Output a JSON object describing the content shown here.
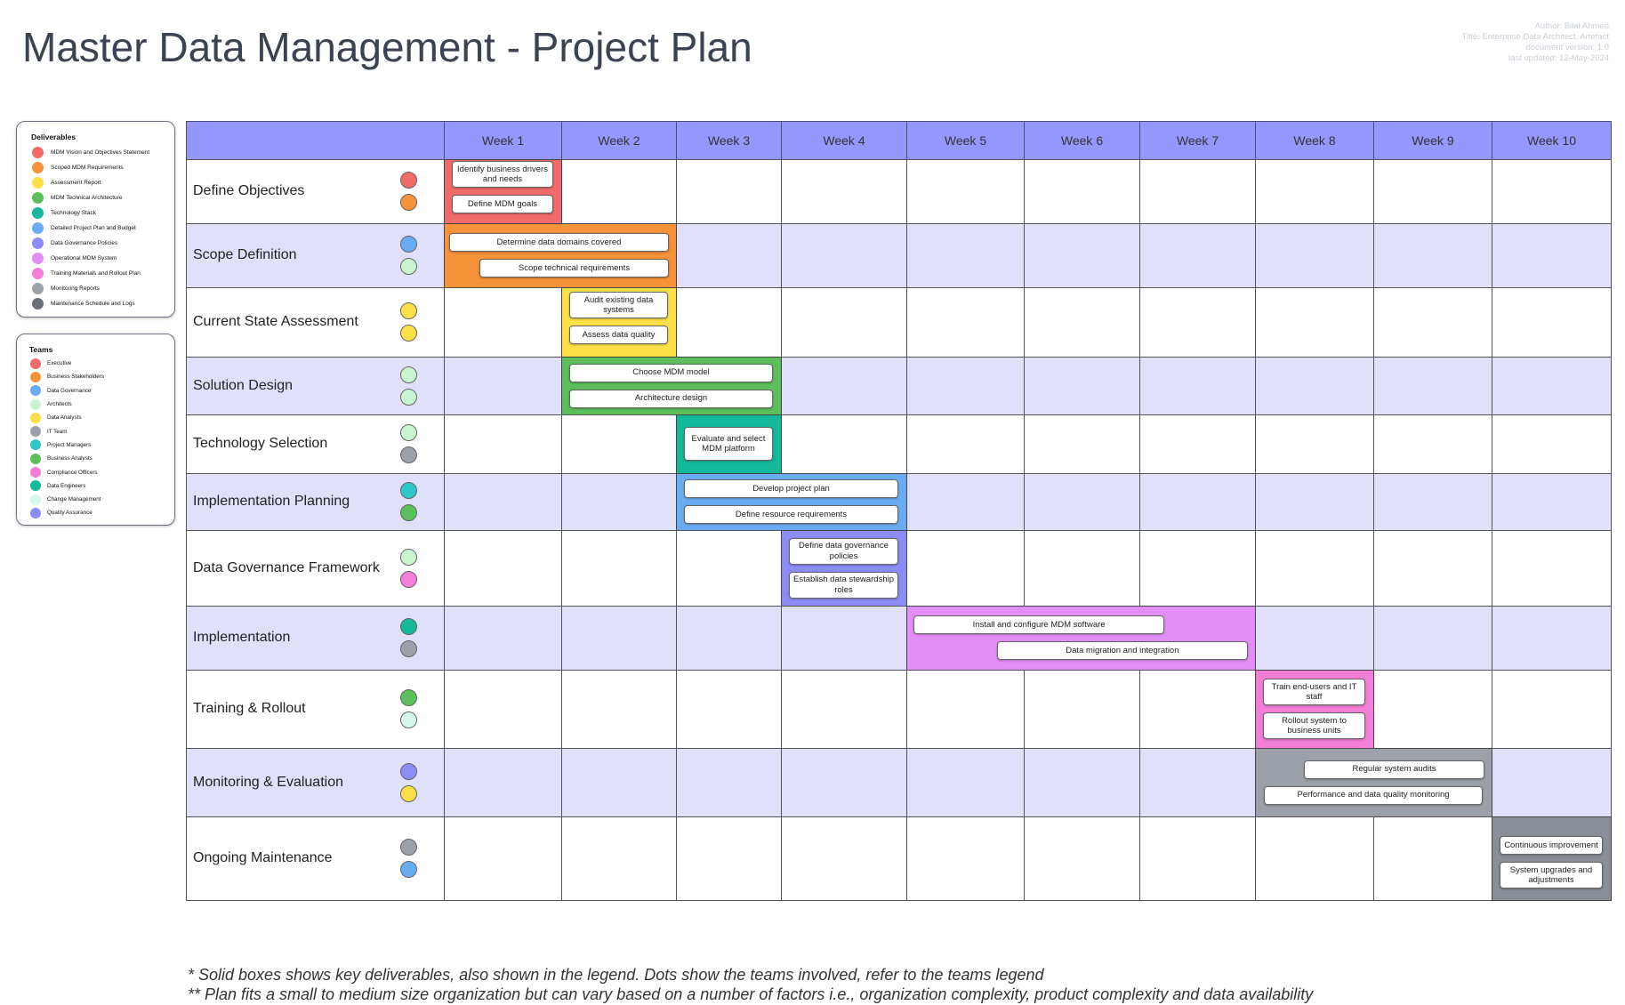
{
  "title": "Master Data Management - Project Plan",
  "meta": {
    "author": "Author: Bilal Ahmed",
    "role": "Title: Enterprise Data Architect, Artefact",
    "version": "document version: 1.0",
    "updated": "last updated: 12-May-2024"
  },
  "deliverables_legend": {
    "title": "Deliverables",
    "items": [
      {
        "label": "MDM Vision and Objectives Statement",
        "color": "#f26b6b"
      },
      {
        "label": "Scoped MDM Requirements",
        "color": "#f6923a"
      },
      {
        "label": "Assessment Report",
        "color": "#fce047"
      },
      {
        "label": "MDM Technical Architecture",
        "color": "#5cbf5c"
      },
      {
        "label": "Technology Stack",
        "color": "#14b89a"
      },
      {
        "label": "Detailed Project Plan and Budget",
        "color": "#6aacf4"
      },
      {
        "label": "Data Governance Policies",
        "color": "#8c8cf7"
      },
      {
        "label": "Operational MDM System",
        "color": "#e28ef7"
      },
      {
        "label": "Training Materials and Rollout Plan",
        "color": "#f27ed7"
      },
      {
        "label": "Monitoring Reports",
        "color": "#9ca0a8"
      },
      {
        "label": "Maintenance Schedule and Logs",
        "color": "#6b6f77"
      }
    ]
  },
  "teams_legend": {
    "title": "Teams",
    "items": [
      {
        "label": "Executive",
        "color": "#f26b6b"
      },
      {
        "label": "Business Stakeholders",
        "color": "#f6923a"
      },
      {
        "label": "Data Governance",
        "color": "#6aacf4"
      },
      {
        "label": "Architects",
        "color": "#c8f4cf"
      },
      {
        "label": "Data Analysts",
        "color": "#fce047"
      },
      {
        "label": "IT Team",
        "color": "#9ca0a8"
      },
      {
        "label": "Project Managers",
        "color": "#2ec7c7"
      },
      {
        "label": "Business Analysts",
        "color": "#5cbf5c"
      },
      {
        "label": "Compliance Officers",
        "color": "#f27ed7"
      },
      {
        "label": "Data Engineers",
        "color": "#14b89a"
      },
      {
        "label": "Change Management",
        "color": "#d4f7ee"
      },
      {
        "label": "Quality Assurance",
        "color": "#8c8cf7"
      }
    ]
  },
  "weeks": [
    "Week 1",
    "Week 2",
    "Week 3",
    "Week 4",
    "Week 5",
    "Week 6",
    "Week 7",
    "Week 8",
    "Week 9",
    "Week 10"
  ],
  "phases": [
    {
      "label": "Define Objectives",
      "teams": [
        "#f26b6b",
        "#f6923a"
      ],
      "start": 1,
      "end": 1,
      "color": "#f26b6b",
      "tasks": [
        "Identify business drivers and needs",
        "Define MDM goals"
      ]
    },
    {
      "label": "Scope Definition",
      "teams": [
        "#6aacf4",
        "#c8f4cf"
      ],
      "start": 1,
      "end": 2,
      "color": "#f6923a",
      "tasks": [
        "Determine data domains covered",
        "Scope technical requirements"
      ]
    },
    {
      "label": "Current State Assessment",
      "teams": [
        "#fce047",
        "#fce047"
      ],
      "start": 2,
      "end": 2,
      "color": "#fce047",
      "tasks": [
        "Audit existing data systems",
        "Assess data quality"
      ]
    },
    {
      "label": "Solution Design",
      "teams": [
        "#c8f4cf",
        "#c8f4cf"
      ],
      "start": 2,
      "end": 3,
      "color": "#5cbf5c",
      "tasks": [
        "Choose MDM model",
        "Architecture design"
      ]
    },
    {
      "label": "Technology Selection",
      "teams": [
        "#c8f4cf",
        "#9ca0a8"
      ],
      "start": 3,
      "end": 3,
      "color": "#14b89a",
      "tasks": [
        "Evaluate and select MDM platform"
      ]
    },
    {
      "label": "Implementation Planning",
      "teams": [
        "#2ec7c7",
        "#5cbf5c"
      ],
      "start": 3,
      "end": 4,
      "color": "#6aacf4",
      "tasks": [
        "Develop project plan",
        "Define resource requirements"
      ]
    },
    {
      "label": "Data Governance Framework",
      "teams": [
        "#c8f4cf",
        "#f27ed7"
      ],
      "start": 4,
      "end": 4,
      "color": "#8c8cf7",
      "tasks": [
        "Define data governance policies",
        "Establish data stewardship roles"
      ]
    },
    {
      "label": "Implementation",
      "teams": [
        "#14b89a",
        "#9ca0a8"
      ],
      "start": 5,
      "end": 7,
      "color": "#e28ef7",
      "tasks": [
        "Install and configure MDM software",
        "Data migration and integration"
      ]
    },
    {
      "label": "Training & Rollout",
      "teams": [
        "#5cbf5c",
        "#d4f7ee"
      ],
      "start": 8,
      "end": 8,
      "color": "#f27ed7",
      "tasks": [
        "Train end-users and IT staff",
        "Rollout system to business units"
      ]
    },
    {
      "label": "Monitoring & Evaluation",
      "teams": [
        "#8c8cf7",
        "#fce047"
      ],
      "start": 8,
      "end": 9,
      "color": "#9ca0a8",
      "tasks": [
        "Regular system audits",
        "Performance and data quality monitoring"
      ]
    },
    {
      "label": "Ongoing Maintenance",
      "teams": [
        "#9ca0a8",
        "#6aacf4"
      ],
      "start": 10,
      "end": 10,
      "color": "#8a8e96",
      "tasks": [
        "Continuous improvement",
        "System upgrades and adjustments"
      ]
    }
  ],
  "footnotes": [
    "* Solid boxes shows key deliverables, also shown in the legend. Dots show the teams involved, refer to the teams legend",
    "** Plan fits a small to medium size organization but can vary based on a number of factors i.e., organization complexity, product complexity and data availability"
  ]
}
